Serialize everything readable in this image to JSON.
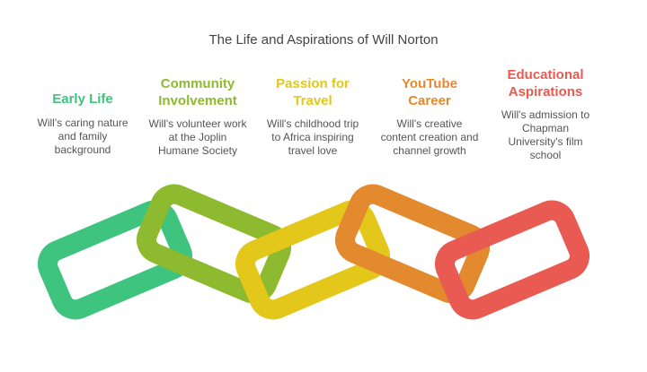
{
  "title": "The Life and Aspirations of Will Norton",
  "stages": [
    {
      "heading_lines": [
        "Early Life"
      ],
      "desc_lines": [
        "Will's caring nature",
        "and family",
        "background"
      ],
      "color": "#3ec47f"
    },
    {
      "heading_lines": [
        "Community",
        "Involvement"
      ],
      "desc_lines": [
        "Will's volunteer work",
        "at the Joplin",
        "Humane Society"
      ],
      "color": "#8dba2f"
    },
    {
      "heading_lines": [
        "Passion for",
        "Travel"
      ],
      "desc_lines": [
        "Will's childhood trip",
        "to Africa inspiring",
        "travel love"
      ],
      "color": "#e3c71a"
    },
    {
      "heading_lines": [
        "YouTube",
        "Career"
      ],
      "desc_lines": [
        "Will's creative",
        "content creation and",
        "channel growth"
      ],
      "color": "#e38a2e"
    },
    {
      "heading_lines": [
        "Educational",
        "Aspirations"
      ],
      "desc_lines": [
        "Will's admission to",
        "Chapman",
        "University's film",
        "school"
      ],
      "color": "#e85a52"
    }
  ]
}
